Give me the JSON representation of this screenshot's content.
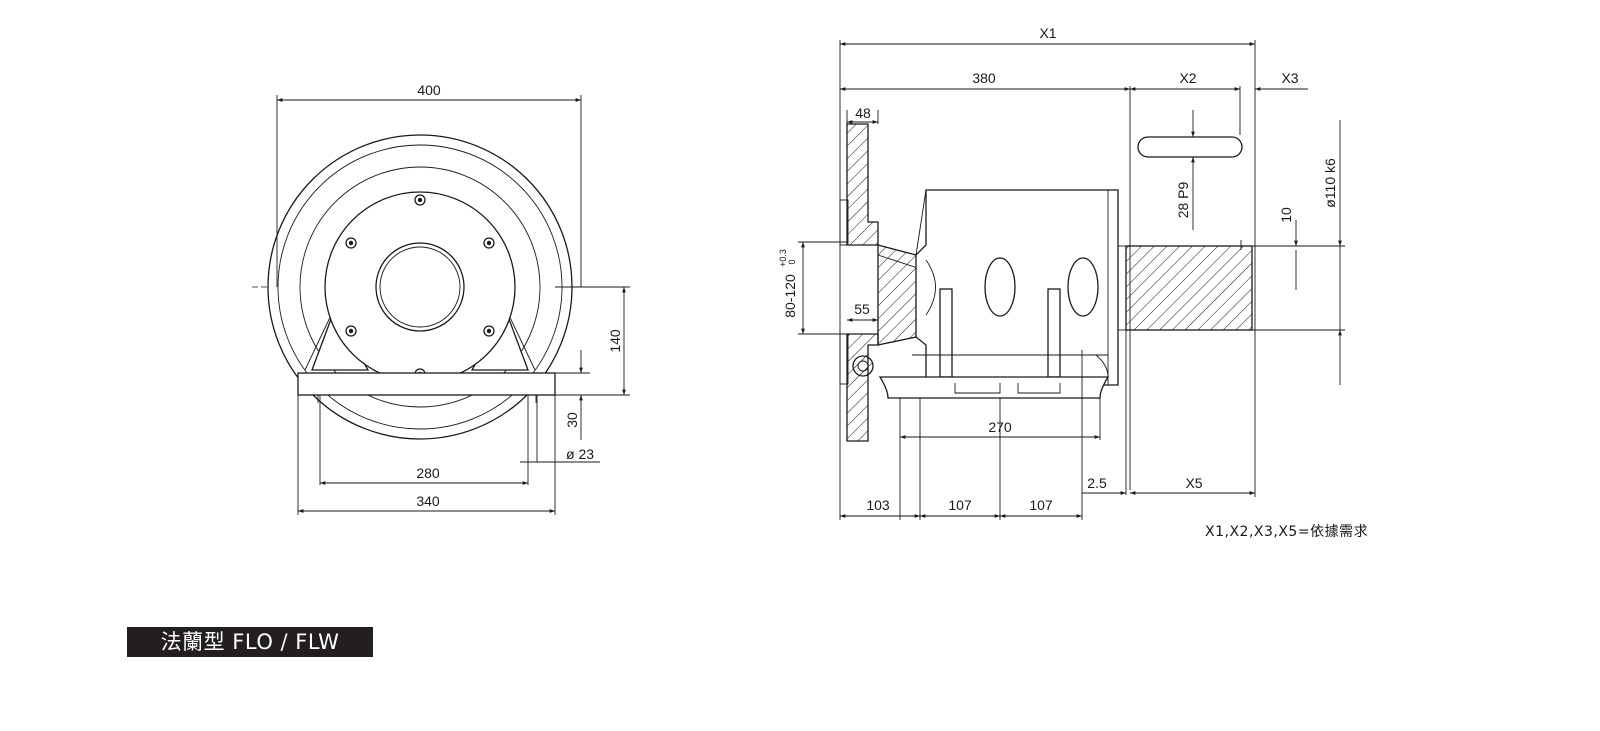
{
  "front_view": {
    "dims": {
      "overall_width": "400",
      "shaft_height": "140",
      "foot_height": "30",
      "bolt_hole": "ø 23",
      "bolt_spacing": "280",
      "foot_width": "340"
    }
  },
  "side_view": {
    "dims": {
      "x1": "X1",
      "length_380": "380",
      "x2": "X2",
      "x3": "X3",
      "flange_48": "48",
      "key_28p9": "28 P9",
      "key_10": "10",
      "shaft_dia": "ø110 k6",
      "bore_main": "80-120",
      "bore_tol_upper": "+0.3",
      "bore_tol_lower": "0",
      "bore_55": "55",
      "length_270": "270",
      "gap_2_5": "2.5",
      "x5": "X5",
      "seg_103": "103",
      "seg_107a": "107",
      "seg_107b": "107"
    },
    "note": "X1,X2,X3,X5=依據需求"
  },
  "title": "法蘭型 FLO / FLW"
}
